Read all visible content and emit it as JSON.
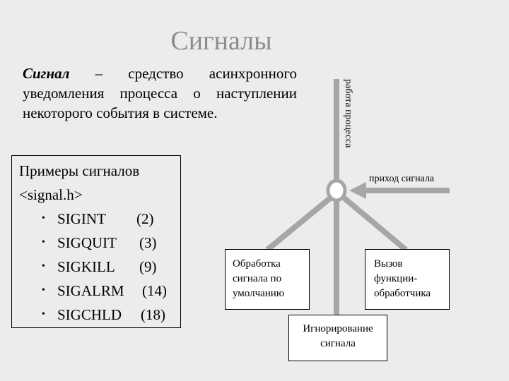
{
  "title": "Сигналы",
  "definition": {
    "term": "Сигнал",
    "rest": " – средство асинхронного уведомления процесса о наступлении некоторого события в системе."
  },
  "examples": {
    "title": "Примеры сигналов",
    "header": "<signal.h>",
    "signals": [
      {
        "name": "SIGINT",
        "num": "(2)"
      },
      {
        "name": "SIGQUIT",
        "num": "(3)"
      },
      {
        "name": "SIGKILL",
        "num": "(9)"
      },
      {
        "name": "SIGALRM",
        "num": "(14)"
      },
      {
        "name": "SIGCHLD",
        "num": "(18)"
      }
    ]
  },
  "diagram": {
    "process_label": "работа процесса",
    "signal_arrival_label": "приход сигнала",
    "outcomes": {
      "default": "Обработка сигнала по умолчанию",
      "ignore": "Игнорирование сигнала",
      "handler": "Вызов функции-обработчика"
    },
    "line_color": "#a6a6a6"
  }
}
